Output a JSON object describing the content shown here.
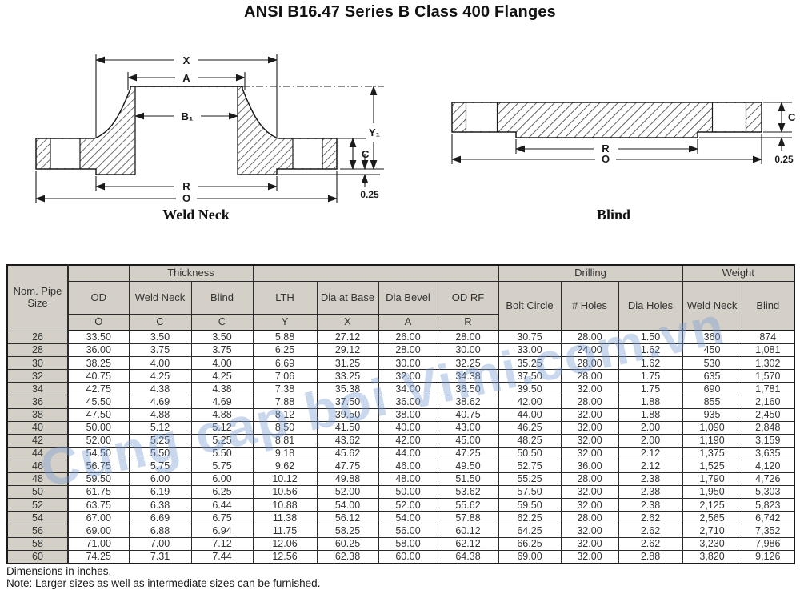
{
  "page": {
    "title": "ANSI B16.47 Series B Class 400 Flanges",
    "footer_line1": "Dimensions in inches.",
    "footer_line2": "Note: Larger sizes as well as intermediate sizes can be furnished.",
    "watermark": "Cung cap boi Vimi.com.vn"
  },
  "colors": {
    "header_bg": "#d4d0c7",
    "border": "#2b2b2b",
    "watermark_blue": "#7a9ed4"
  },
  "drawings": {
    "weld_neck": {
      "caption": "Weld Neck",
      "labels": {
        "X": "X",
        "A": "A",
        "B1": "B₁",
        "Y1": "Y₁",
        "C": "C",
        "R": "R",
        "O": "O",
        "lip": "0.25"
      }
    },
    "blind": {
      "caption": "Blind",
      "labels": {
        "C": "C",
        "R": "R",
        "O": "O",
        "lip": "0.25"
      }
    }
  },
  "table": {
    "group_headers": {
      "thickness": "Thickness",
      "drilling": "Drilling",
      "weight": "Weight"
    },
    "columns": [
      {
        "label": "Nom. Pipe Size",
        "symbol": ""
      },
      {
        "label": "OD",
        "symbol": "O"
      },
      {
        "label": "Weld Neck",
        "symbol": "C"
      },
      {
        "label": "Blind",
        "symbol": "C"
      },
      {
        "label": "LTH",
        "symbol": "Y"
      },
      {
        "label": "Dia at Base",
        "symbol": "X"
      },
      {
        "label": "Dia Bevel",
        "symbol": "A"
      },
      {
        "label": "OD RF",
        "symbol": "R"
      },
      {
        "label": "Bolt Circle",
        "symbol": ""
      },
      {
        "label": "# Holes",
        "symbol": ""
      },
      {
        "label": "Dia Holes",
        "symbol": ""
      },
      {
        "label": "Weld Neck",
        "symbol": ""
      },
      {
        "label": "Blind",
        "symbol": ""
      }
    ],
    "rows": [
      [
        "26",
        "33.50",
        "3.50",
        "3.50",
        "5.88",
        "27.12",
        "26.00",
        "28.00",
        "30.75",
        "28.00",
        "1.50",
        "360",
        "874"
      ],
      [
        "28",
        "36.00",
        "3.75",
        "3.75",
        "6.25",
        "29.12",
        "28.00",
        "30.00",
        "33.00",
        "24.00",
        "1.62",
        "450",
        "1,081"
      ],
      [
        "30",
        "38.25",
        "4.00",
        "4.00",
        "6.69",
        "31.25",
        "30.00",
        "32.25",
        "35.25",
        "28.00",
        "1.62",
        "530",
        "1,302"
      ],
      [
        "32",
        "40.75",
        "4.25",
        "4.25",
        "7.06",
        "33.25",
        "32.00",
        "34.38",
        "37.50",
        "28.00",
        "1.75",
        "635",
        "1,570"
      ],
      [
        "34",
        "42.75",
        "4.38",
        "4.38",
        "7.38",
        "35.38",
        "34.00",
        "36.50",
        "39.50",
        "32.00",
        "1.75",
        "690",
        "1,781"
      ],
      [
        "36",
        "45.50",
        "4.69",
        "4.69",
        "7.88",
        "37.50",
        "36.00",
        "38.62",
        "42.00",
        "28.00",
        "1.88",
        "855",
        "2,160"
      ],
      [
        "38",
        "47.50",
        "4.88",
        "4.88",
        "8.12",
        "39.50",
        "38.00",
        "40.75",
        "44.00",
        "32.00",
        "1.88",
        "935",
        "2,450"
      ],
      [
        "40",
        "50.00",
        "5.12",
        "5.12",
        "8.50",
        "41.50",
        "40.00",
        "43.00",
        "46.25",
        "32.00",
        "2.00",
        "1,090",
        "2,848"
      ],
      [
        "42",
        "52.00",
        "5.25",
        "5.25",
        "8.81",
        "43.62",
        "42.00",
        "45.00",
        "48.25",
        "32.00",
        "2.00",
        "1,190",
        "3,159"
      ],
      [
        "44",
        "54.50",
        "5.50",
        "5.50",
        "9.18",
        "45.62",
        "44.00",
        "47.25",
        "50.50",
        "32.00",
        "2.12",
        "1,375",
        "3,635"
      ],
      [
        "46",
        "56.75",
        "5.75",
        "5.75",
        "9.62",
        "47.75",
        "46.00",
        "49.50",
        "52.75",
        "36.00",
        "2.12",
        "1,525",
        "4,120"
      ],
      [
        "48",
        "59.50",
        "6.00",
        "6.00",
        "10.12",
        "49.88",
        "48.00",
        "51.50",
        "55.25",
        "28.00",
        "2.38",
        "1,790",
        "4,726"
      ],
      [
        "50",
        "61.75",
        "6.19",
        "6.25",
        "10.56",
        "52.00",
        "50.00",
        "53.62",
        "57.50",
        "32.00",
        "2.38",
        "1,950",
        "5,303"
      ],
      [
        "52",
        "63.75",
        "6.38",
        "6.44",
        "10.88",
        "54.00",
        "52.00",
        "55.62",
        "59.50",
        "32.00",
        "2.38",
        "2,125",
        "5,823"
      ],
      [
        "54",
        "67.00",
        "6.69",
        "6.75",
        "11.38",
        "56.12",
        "54.00",
        "57.88",
        "62.25",
        "28.00",
        "2.62",
        "2,565",
        "6,742"
      ],
      [
        "56",
        "69.00",
        "6.88",
        "6.94",
        "11.75",
        "58.25",
        "56.00",
        "60.12",
        "64.25",
        "32.00",
        "2.62",
        "2,710",
        "7,352"
      ],
      [
        "58",
        "71.00",
        "7.00",
        "7.12",
        "12.06",
        "60.25",
        "58.00",
        "62.12",
        "66.25",
        "32.00",
        "2.62",
        "3,230",
        "7,986"
      ],
      [
        "60",
        "74.25",
        "7.31",
        "7.44",
        "12.56",
        "62.38",
        "60.00",
        "64.38",
        "69.00",
        "32.00",
        "2.88",
        "3,820",
        "9,126"
      ]
    ]
  }
}
